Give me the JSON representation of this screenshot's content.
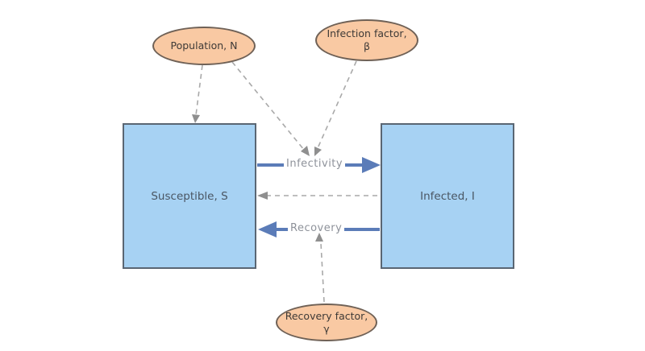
{
  "diagram": {
    "type": "flow-diagram",
    "subject": "SIR-style infection model",
    "nodes": {
      "susceptible": {
        "label": "Susceptible, S",
        "shape": "rectangle",
        "fill": "#a7d2f3"
      },
      "infected": {
        "label": "Infected, I",
        "shape": "rectangle",
        "fill": "#a7d2f3"
      },
      "population": {
        "label": "Population, N",
        "shape": "ellipse",
        "fill": "#f9c9a3"
      },
      "infection_factor": {
        "label_line1": "Infection factor,",
        "label_line2": "β",
        "shape": "ellipse",
        "fill": "#f9c9a3"
      },
      "recovery_factor": {
        "label_line1": "Recovery factor,",
        "label_line2": "γ",
        "shape": "ellipse",
        "fill": "#f9c9a3"
      }
    },
    "edges": {
      "infectivity": {
        "label": "Infectivity",
        "from": "Susceptible, S",
        "to": "Infected, I",
        "style": "solid-arrow",
        "color": "#5b7cb8"
      },
      "recovery": {
        "label": "Recovery",
        "from": "Infected, I",
        "to": "Susceptible, S",
        "style": "solid-arrow",
        "color": "#5b7cb8"
      },
      "feedback": {
        "label": "",
        "from": "Infected, I",
        "to": "Susceptible, S",
        "style": "dashed-arrow",
        "color": "#a9a9a9"
      }
    },
    "dashed_influences": [
      {
        "from": "Population, N",
        "to": "Susceptible, S"
      },
      {
        "from": "Population, N",
        "to": "Infectivity"
      },
      {
        "from": "Infection factor, β",
        "to": "Infectivity"
      },
      {
        "from": "Recovery factor, γ",
        "to": "Recovery"
      }
    ],
    "colors": {
      "background": "#ffffff",
      "box_fill": "#a7d2f3",
      "box_border": "#5a6673",
      "ellipse_fill": "#f9c9a3",
      "ellipse_border": "#6f6156",
      "solid_arrow": "#5b7cb8",
      "dashed_arrow": "#a9a9a9",
      "dashed_arrowhead": "#8f8f8f",
      "edge_label_text": "#8e929a",
      "node_text": "#4a5663"
    }
  }
}
